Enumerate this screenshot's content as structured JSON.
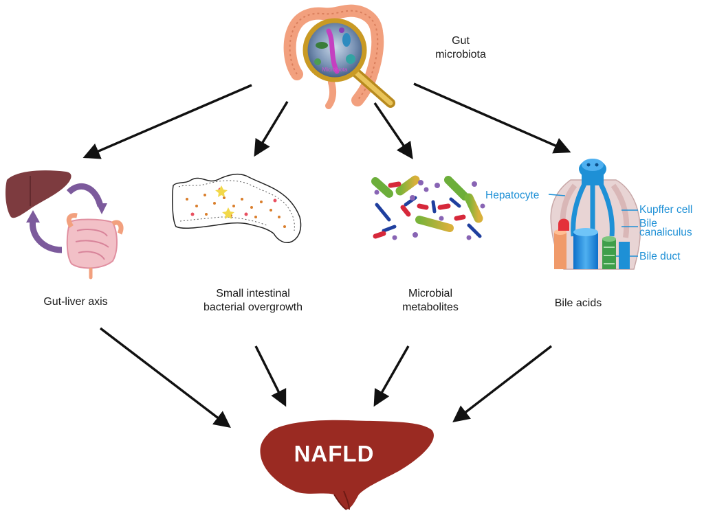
{
  "top": {
    "label": "Gut\nmicrobiota",
    "icon_text": "Microbiota"
  },
  "pathways": [
    {
      "id": "gut-liver-axis",
      "label": "Gut-liver axis"
    },
    {
      "id": "sibo",
      "label": "Small intestinal\nbacterial overgrowth"
    },
    {
      "id": "metabolites",
      "label": "Microbial\nmetabolites"
    },
    {
      "id": "bile-acids",
      "label": "Bile acids"
    }
  ],
  "bile_structure_labels": {
    "hepatocyte": "Hepatocyte",
    "kupffer": "Kupffer cell",
    "canaliculus_1": "Bile",
    "canaliculus_2": "canaliculus",
    "duct": "Bile duct"
  },
  "outcome": {
    "label": "NAFLD"
  },
  "colors": {
    "liver_dark": "#9a2a22",
    "liver_small": "#7d3b3f",
    "cycle_arrows": "#7c5a9c",
    "intestine": "#f2a07e",
    "label_blue": "#1e90d6",
    "arrows": "#111111"
  }
}
